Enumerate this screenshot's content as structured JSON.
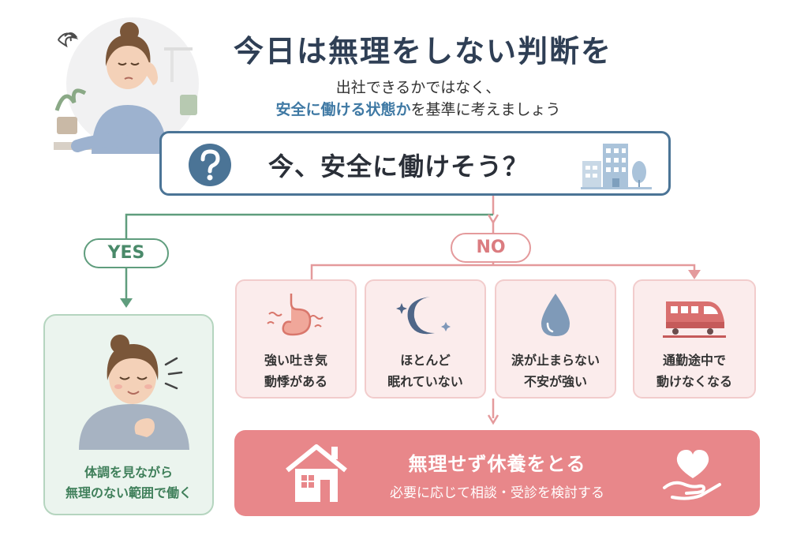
{
  "header": {
    "title": "今日は無理をしない判断を",
    "subtitle_line1": "出社できるかではなく、",
    "subtitle_line2_highlight": "安全に働ける状態か",
    "subtitle_line2_rest": "を基準に考えましょう"
  },
  "question": {
    "icon": "question-icon",
    "text": "今、安全に働けそう？"
  },
  "yes_branch": {
    "label": "YES",
    "result_line1": "体調を見ながら",
    "result_line2": "無理のない範囲で働く"
  },
  "no_branch": {
    "label": "NO",
    "symptoms": [
      {
        "icon": "stomach-icon",
        "line1": "強い吐き気",
        "line2": "動悸がある"
      },
      {
        "icon": "moon-icon",
        "line1": "ほとんど",
        "line2": "眠れていない"
      },
      {
        "icon": "teardrop-icon",
        "line1": "涙が止まらない",
        "line2": "不安が強い"
      },
      {
        "icon": "train-icon",
        "line1": "通勤途中で",
        "line2": "動けなくなる"
      }
    ],
    "result_title": "無理せず休養をとる",
    "result_sub": "必要に応じて相談・受診を検討する"
  },
  "colors": {
    "navy": "#2f3f55",
    "blue_accent": "#4b7496",
    "green": "#5f9d7d",
    "pink": "#e8878a",
    "pink_light": "#fbecec"
  }
}
